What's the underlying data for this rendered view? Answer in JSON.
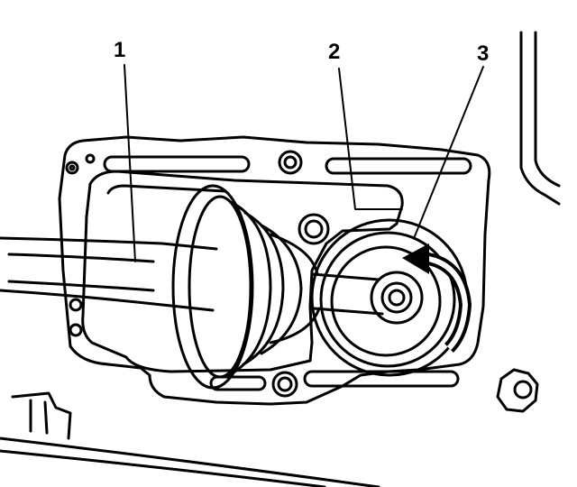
{
  "callouts": [
    {
      "label": "1"
    },
    {
      "label": "2"
    },
    {
      "label": "3"
    }
  ],
  "colors": {
    "ink": "#000000",
    "paper": "#ffffff"
  },
  "icons": {
    "rotation": "curved-arrow-icon"
  }
}
